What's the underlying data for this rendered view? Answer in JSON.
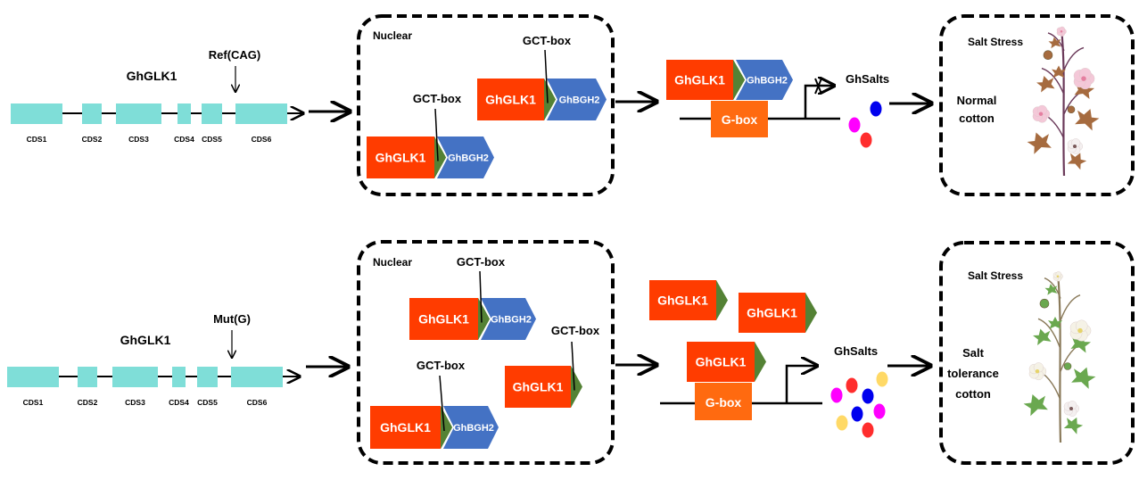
{
  "colors": {
    "cds": "#7fded8",
    "glk": "#ff3c00",
    "gct": "#548235",
    "bgh": "#4472c4",
    "gbox": "#ff6a10",
    "magenta": "#ff00ff",
    "blue": "#0000ee",
    "red": "#ff2d2d",
    "yellow": "#ffd966"
  },
  "rows": [
    {
      "id": "reference",
      "gene": {
        "name": "GhGLK1",
        "site_label": "Ref(CAG)",
        "exons": [
          "CDS1",
          "CDS2",
          "CDS3",
          "CDS4",
          "CDS5",
          "CDS6"
        ]
      },
      "nucleus": {
        "title": "Nuclear",
        "complexes": [
          {
            "left": "GhGLK1",
            "box": "GCT-box",
            "right": "GhBGH2"
          },
          {
            "left": "GhGLK1",
            "box": "GCT-box",
            "right": "GhBGH2"
          }
        ]
      },
      "promoter": {
        "factors": [
          {
            "left": "GhGLK1",
            "right": "GhBGH2"
          }
        ],
        "element": "G-box",
        "transcription": "blocked",
        "target": "GhSalts",
        "molecule_colors": [
          "magenta",
          "blue",
          "red"
        ]
      },
      "phenotype": {
        "condition": "Salt Stress",
        "label": "Normal cotton",
        "plant_state": "wilted"
      }
    },
    {
      "id": "mutant",
      "gene": {
        "name": "GhGLK1",
        "site_label": "Mut(G)",
        "exons": [
          "CDS1",
          "CDS2",
          "CDS3",
          "CDS4",
          "CDS5",
          "CDS6"
        ]
      },
      "nucleus": {
        "title": "Nuclear",
        "complexes": [
          {
            "left": "GhGLK1",
            "box": "GCT-box",
            "right": "GhBGH2"
          },
          {
            "left": "GhGLK1",
            "box": "GCT-box",
            "right": "GhBGH2"
          },
          {
            "left": "GhGLK1",
            "box": "GCT-box",
            "right": ""
          }
        ]
      },
      "promoter": {
        "factors": [
          {
            "left": "GhGLK1"
          },
          {
            "left": "GhGLK1"
          },
          {
            "left": "GhGLK1"
          }
        ],
        "element": "G-box",
        "transcription": "active",
        "target": "GhSalts",
        "molecule_colors": [
          "magenta",
          "red",
          "blue",
          "yellow",
          "blue",
          "magenta",
          "yellow",
          "red"
        ]
      },
      "phenotype": {
        "condition": "Salt Stress",
        "label": "Salt tolerance cotton",
        "label_lines": [
          "Salt",
          "tolerance",
          "cotton"
        ],
        "plant_state": "healthy"
      }
    }
  ]
}
